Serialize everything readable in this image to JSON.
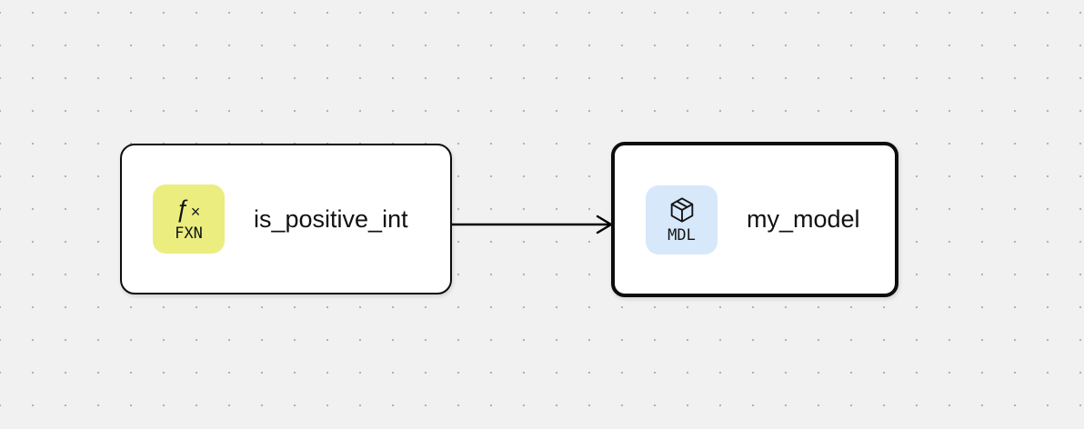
{
  "canvas": {
    "background_color": "#f1f1f1",
    "dot_color": "#b3b3b3"
  },
  "nodes": [
    {
      "id": "function-node",
      "label": "is_positive_int",
      "badge_glyph": "ƒ",
      "badge_glyph_suffix": "×",
      "badge_label": "FXN",
      "badge_color": "#ebed7f",
      "selected": false
    },
    {
      "id": "model-node",
      "label": "my_model",
      "badge_icon": "cube-icon",
      "badge_label": "MDL",
      "badge_color": "#d7e8fb",
      "selected": true
    }
  ],
  "edges": [
    {
      "from": "is_positive_int",
      "to": "my_model",
      "color": "#000000"
    }
  ]
}
